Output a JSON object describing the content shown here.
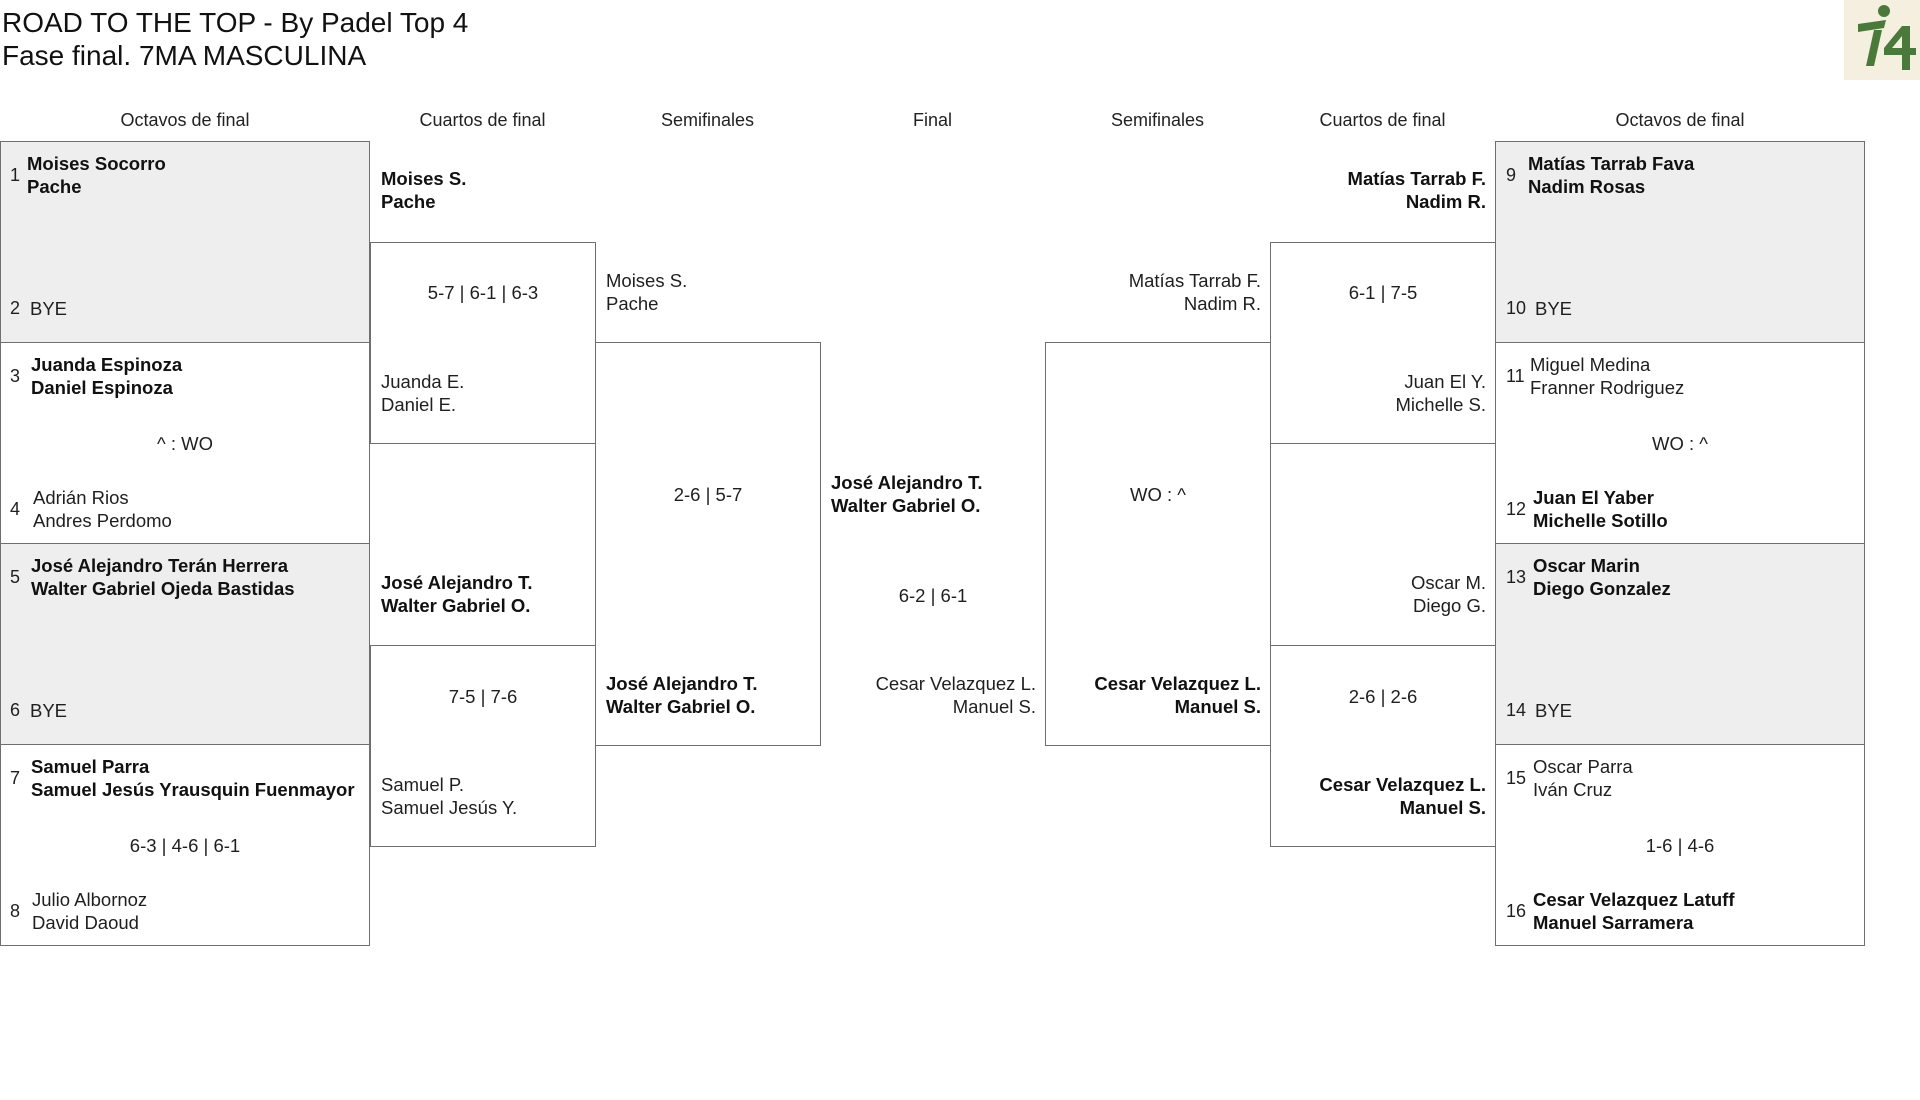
{
  "header": {
    "title": "ROAD TO THE TOP - By Padel Top 4",
    "subtitle": "Fase final. 7MA MASCULINA",
    "logo_text": "T4"
  },
  "colors": {
    "logo_green": "#4a7a3a",
    "logo_bg": "#f4efdf",
    "grey_box": "#eeeeee",
    "border": "#6f6f6f"
  },
  "rounds": {
    "left_r16": "Octavos de final",
    "left_qf": "Cuartos de final",
    "left_sf": "Semifinales",
    "final": "Final",
    "right_sf": "Semifinales",
    "right_qf": "Cuartos de final",
    "right_r16": "Octavos de final"
  },
  "left_r16": [
    {
      "seed_a": "1",
      "team_a": [
        "Moises Socorro",
        "Pache"
      ],
      "seed_b": "2",
      "team_b": [
        "BYE"
      ],
      "score": ""
    },
    {
      "seed_a": "3",
      "team_a": [
        "Juanda Espinoza",
        "Daniel Espinoza"
      ],
      "seed_b": "4",
      "team_b": [
        "Adrián Rios",
        "Andres Perdomo"
      ],
      "score": "^ : WO"
    },
    {
      "seed_a": "5",
      "team_a": [
        "José Alejandro Terán Herrera",
        "Walter Gabriel Ojeda Bastidas"
      ],
      "seed_b": "6",
      "team_b": [
        "BYE"
      ],
      "score": ""
    },
    {
      "seed_a": "7",
      "team_a": [
        "Samuel Parra",
        "Samuel Jesús Yrausquin Fuenmayor"
      ],
      "seed_b": "8",
      "team_b": [
        "Julio Albornoz",
        "David Daoud"
      ],
      "score": "6-3 | 4-6 | 6-1"
    }
  ],
  "left_qf": [
    {
      "team_a": [
        "Moises S.",
        "Pache"
      ],
      "team_b": [
        "Juanda E.",
        "Daniel E."
      ],
      "score": "5-7 | 6-1 | 6-3"
    },
    {
      "team_a": [
        "José Alejandro T.",
        "Walter Gabriel O."
      ],
      "team_b": [
        "Samuel P.",
        "Samuel Jesús Y."
      ],
      "score": "7-5 | 7-6"
    }
  ],
  "left_sf": {
    "team_a": [
      "Moises S.",
      "Pache"
    ],
    "team_b": [
      "José Alejandro T.",
      "Walter Gabriel O."
    ],
    "score": "2-6 | 5-7"
  },
  "final": {
    "team_a": [
      "José Alejandro T.",
      "Walter Gabriel O."
    ],
    "team_b": [
      "Cesar Velazquez L.",
      "Manuel S."
    ],
    "score": "6-2 | 6-1"
  },
  "right_sf": {
    "team_a": [
      "Matías Tarrab F.",
      "Nadim R."
    ],
    "team_b": [
      "Cesar Velazquez L.",
      "Manuel S."
    ],
    "score": "WO : ^"
  },
  "right_qf": [
    {
      "team_a": [
        "Matías Tarrab F.",
        "Nadim R."
      ],
      "team_b": [
        "Juan El Y.",
        "Michelle S."
      ],
      "score": "6-1 | 7-5"
    },
    {
      "team_a": [
        "Oscar M.",
        "Diego G."
      ],
      "team_b": [
        "Cesar Velazquez L.",
        "Manuel S."
      ],
      "score": "2-6 | 2-6"
    }
  ],
  "right_r16": [
    {
      "seed_a": "9",
      "team_a": [
        "Matías Tarrab Fava",
        "Nadim Rosas"
      ],
      "seed_b": "10",
      "team_b": [
        "BYE"
      ],
      "score": ""
    },
    {
      "seed_a": "11",
      "team_a": [
        "Miguel Medina",
        "Franner Rodriguez"
      ],
      "seed_b": "12",
      "team_b": [
        "Juan El Yaber",
        "Michelle Sotillo"
      ],
      "score": "WO : ^"
    },
    {
      "seed_a": "13",
      "team_a": [
        "Oscar Marin",
        "Diego Gonzalez"
      ],
      "seed_b": "14",
      "team_b": [
        "BYE"
      ],
      "score": ""
    },
    {
      "seed_a": "15",
      "team_a": [
        "Oscar Parra",
        "Iván Cruz"
      ],
      "seed_b": "16",
      "team_b": [
        "Cesar Velazquez Latuff",
        "Manuel Sarramera"
      ],
      "score": "1-6 | 4-6"
    }
  ]
}
